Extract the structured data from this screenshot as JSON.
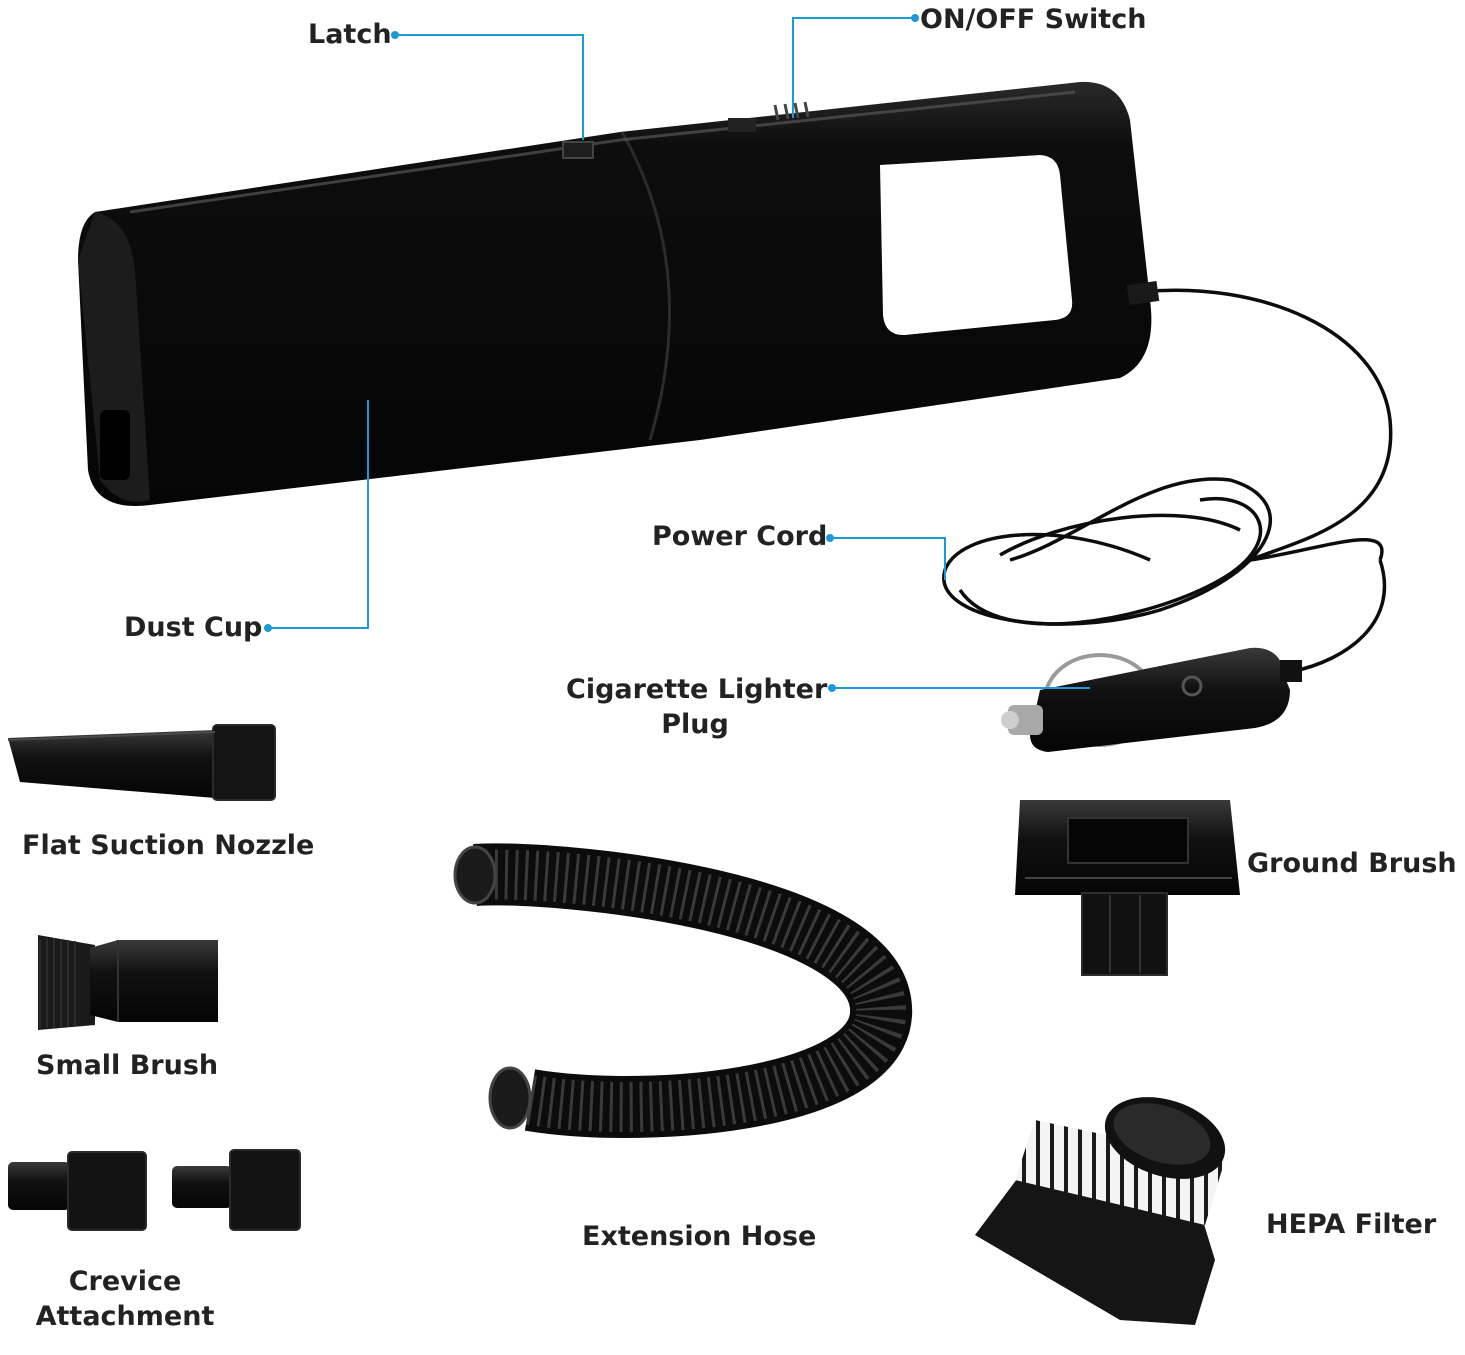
{
  "theme": {
    "leader_color": "#1a9ad6",
    "product_color": "#0c0c0c",
    "label_color": "#222222"
  },
  "callouts": {
    "latch": "Latch",
    "on_off_switch": "ON/OFF Switch",
    "dust_cup": "Dust Cup",
    "power_cord": "Power Cord",
    "cigarette_plug_line1": "Cigarette Lighter",
    "cigarette_plug_line2": "Plug"
  },
  "accessories": {
    "flat_suction_nozzle": "Flat Suction Nozzle",
    "small_brush": "Small Brush",
    "crevice_line1": "Crevice",
    "crevice_line2": "Attachment",
    "extension_hose": "Extension Hose",
    "ground_brush": "Ground Brush",
    "hepa_filter": "HEPA Filter"
  }
}
